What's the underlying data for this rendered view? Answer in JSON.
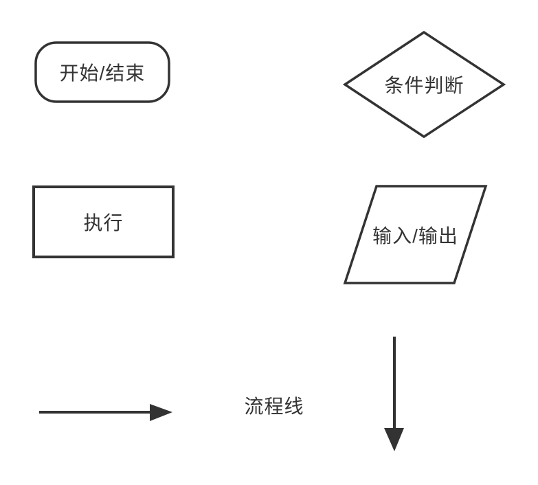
{
  "theme": {
    "background": "#ffffff",
    "stroke_color": "#333333",
    "text_color": "#333333"
  },
  "legend": {
    "terminator": {
      "label": "开始/结束"
    },
    "decision": {
      "label": "条件判断"
    },
    "process": {
      "label": "执行"
    },
    "io": {
      "label": "输入/输出"
    },
    "flowline": {
      "label": "流程线"
    }
  }
}
